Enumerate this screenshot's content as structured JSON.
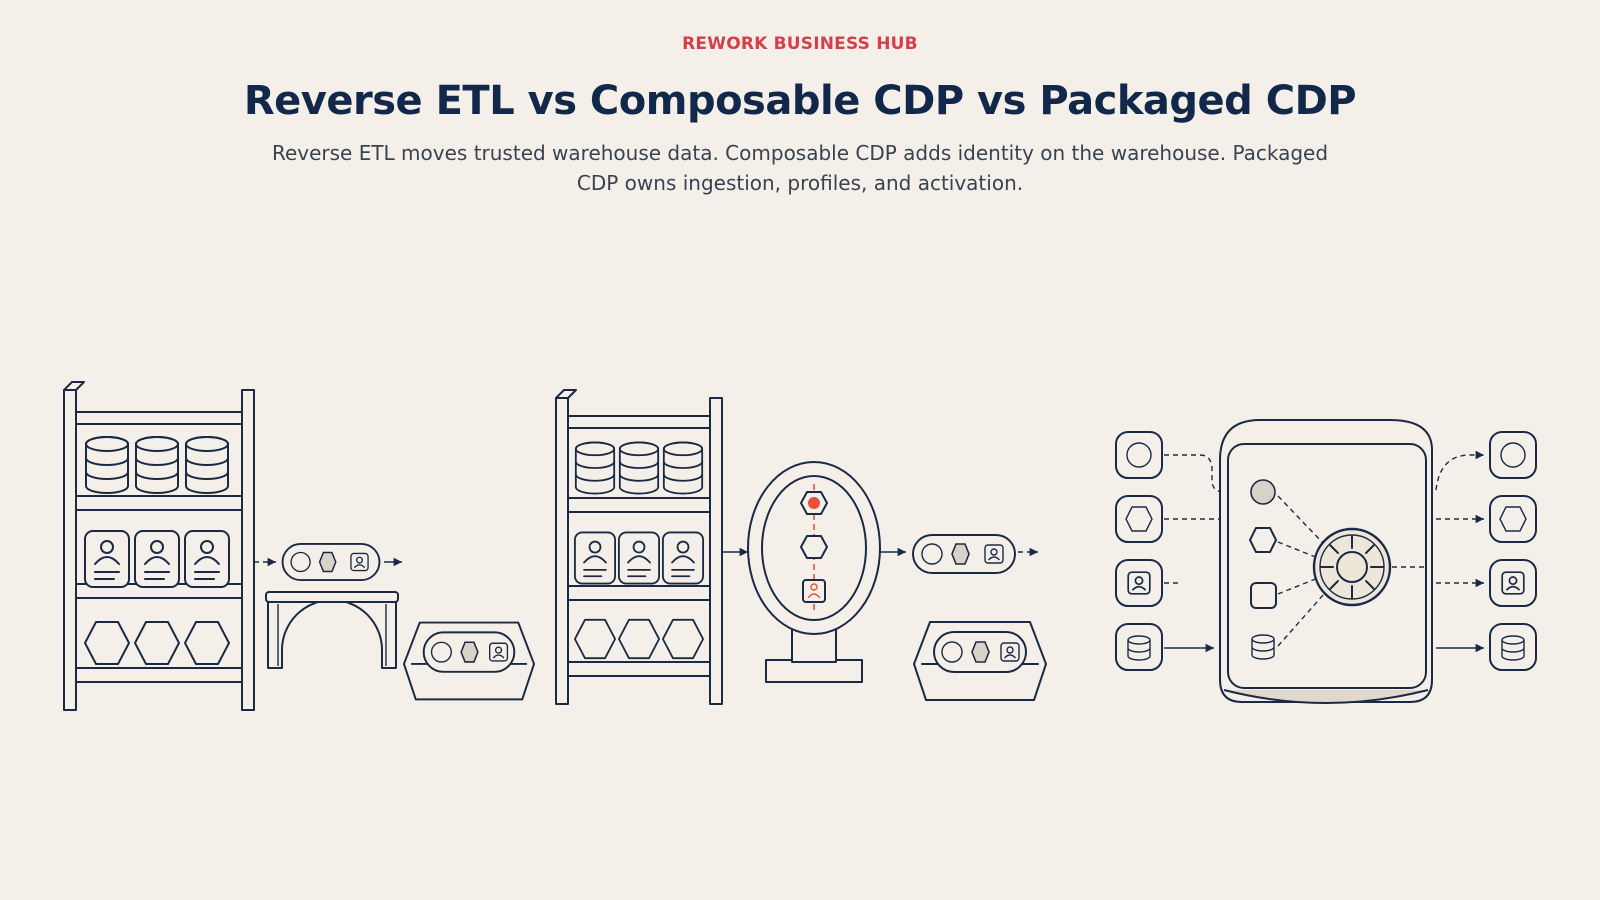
{
  "header": {
    "kicker": "REWORK BUSINESS HUB",
    "title": "Reverse ETL vs Composable CDP vs Packaged CDP",
    "subtitle": "Reverse ETL moves trusted warehouse data. Composable CDP adds identity on the warehouse. Packaged CDP owns ingestion, profiles, and activation."
  },
  "colors": {
    "background": "#f4f0e9",
    "ink": "#1b2a44",
    "accent": "#d43f4a",
    "identity_red": "#e8503a"
  },
  "panels": [
    {
      "id": "reverse-etl",
      "icons": [
        "warehouse-shelf-icon",
        "data-pipe-icon",
        "bridge-icon",
        "destination-tray-icon"
      ]
    },
    {
      "id": "composable-cdp",
      "icons": [
        "warehouse-shelf-icon",
        "identity-resolution-mirror-icon",
        "data-pipe-icon",
        "destination-tray-icon"
      ]
    },
    {
      "id": "packaged-cdp",
      "icons": [
        "source-nodes-icon",
        "cdp-vault-icon",
        "destination-nodes-icon"
      ]
    }
  ]
}
